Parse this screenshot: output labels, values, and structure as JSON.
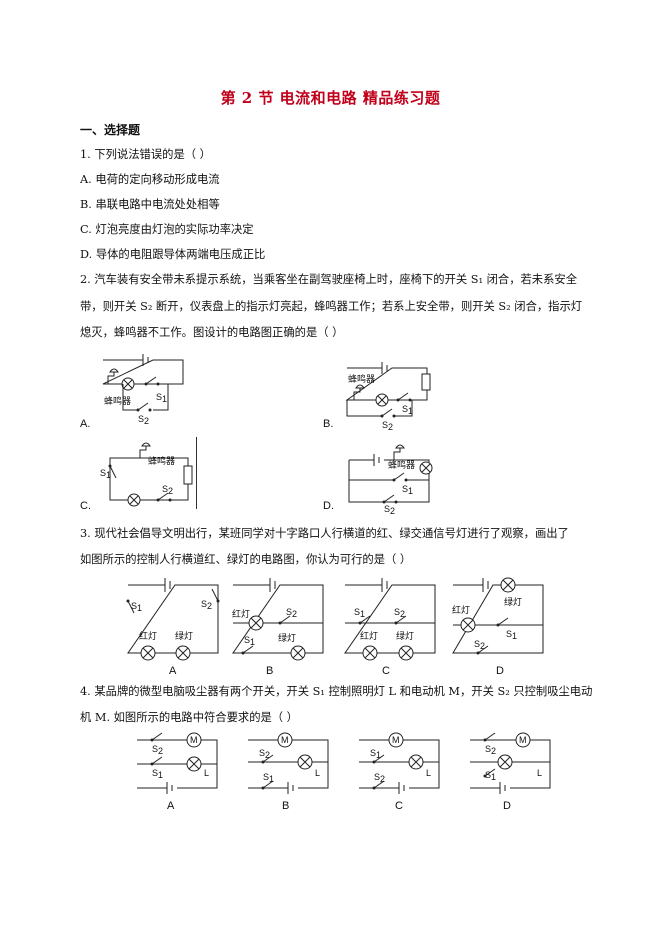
{
  "title": "第 2 节  电流和电路  精品练习题",
  "section": "一、选择题",
  "q1": {
    "stem": "1. 下列说法错误的是（     ）",
    "options": [
      "A. 电荷的定向移动形成电流",
      "B. 串联电路中电流处处相等",
      "C. 灯泡亮度由灯泡的实际功率决定",
      "D. 导体的电阻跟导体两端电压成正比"
    ]
  },
  "q2": {
    "lines": [
      "2. 汽车装有安全带未系提示系统，当乘客坐在副驾驶座椅上时，座椅下的开关 S₁ 闭合，若未系安全",
      "带，则开关 S₂ 断开，仪表盘上的指示灯亮起，蜂鸣器工作；若系上安全带，则开关 S₂ 闭合，指示灯",
      "熄灭，蜂鸣器不工作。图设计的电路图正确的是（      ）"
    ],
    "options": [
      "A.",
      "B.",
      "C.",
      "D."
    ],
    "buzzer": "蜂鸣器"
  },
  "q3": {
    "lines": [
      "3. 现代社会倡导文明出行，某班同学对十字路口人行横道的红、绿交通信号灯进行了观察，画出了",
      "如图所示的控制人行横道红、绿灯的电路图，你认为可行的是（     ）"
    ],
    "options": [
      "A",
      "B",
      "C",
      "D"
    ],
    "red": "红灯",
    "green": "绿灯"
  },
  "q4": {
    "lines": [
      "4. 某品牌的微型电脑吸尘器有两个开关，开关 S₁ 控制照明灯 L 和电动机 M，开关 S₂ 只控制吸尘电动",
      "机 M. 如图所示的电路中符合要求的是（     ）"
    ],
    "options": [
      "A",
      "B",
      "C",
      "D"
    ]
  },
  "labels": {
    "s1": "S",
    "s2": "S",
    "one": "1",
    "two": "2",
    "m": "M",
    "l": "L"
  }
}
